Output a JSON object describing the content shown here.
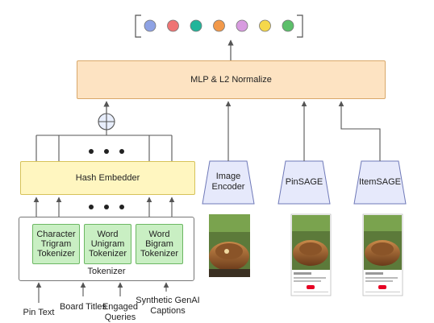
{
  "output_colors": [
    "#8ea2e4",
    "#ef7474",
    "#22b59a",
    "#f2994a",
    "#d89be0",
    "#f5d84b",
    "#5cbf6a"
  ],
  "mlp_label": "MLP & L2 Normalize",
  "hash_label": "Hash Embedder",
  "tokenizer_label": "Tokenizer",
  "tokenizers": [
    {
      "label": "Character Trigram Tokenizer"
    },
    {
      "label": "Word Unigram Tokenizer"
    },
    {
      "label": "Word Bigram Tokenizer"
    }
  ],
  "encoders": [
    {
      "label": "Image Encoder"
    },
    {
      "label": "PinSAGE"
    },
    {
      "label": "ItemSAGE"
    }
  ],
  "inputs": [
    {
      "label": "Pin Text"
    },
    {
      "label": "Board Titles"
    },
    {
      "label": "Engaged Queries"
    },
    {
      "label": "Synthetic GenAI Captions"
    }
  ]
}
